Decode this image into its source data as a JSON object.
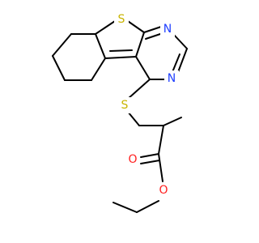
{
  "molecule": {
    "atoms": [
      {
        "id": "S1",
        "element": "S",
        "label": "S",
        "color": "#c8b400"
      },
      {
        "id": "N1",
        "element": "N",
        "label": "N",
        "color": "#1f3fff"
      },
      {
        "id": "N2",
        "element": "N",
        "label": "N",
        "color": "#1f3fff"
      },
      {
        "id": "S2",
        "element": "S",
        "label": "S",
        "color": "#c8b400"
      },
      {
        "id": "O1",
        "element": "O",
        "label": "O",
        "color": "#ff1f1f"
      },
      {
        "id": "O2",
        "element": "O",
        "label": "O",
        "color": "#ff1f1f"
      }
    ]
  }
}
